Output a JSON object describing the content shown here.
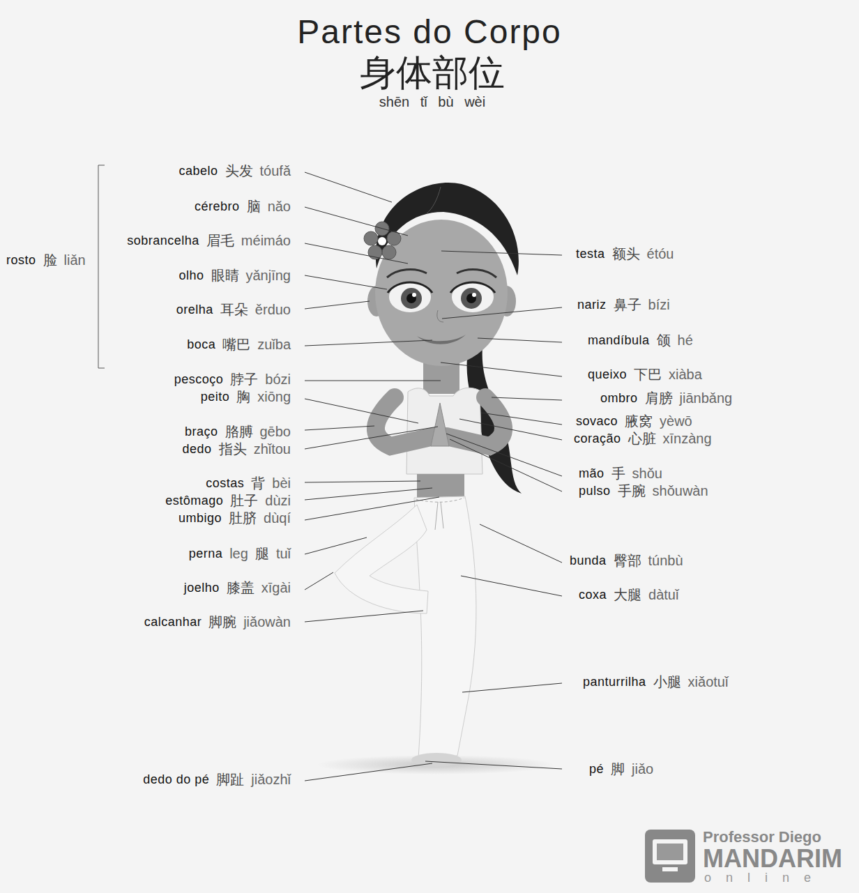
{
  "diagram": {
    "title": "Partes do Corpo",
    "labels": [
      "身体部位",
      "shēn tǐ bù wèi",
      "cabelo",
      "头发",
      "tóufǎ",
      "cérebro",
      "脑",
      "nǎo",
      "sobrancelha",
      "眉毛",
      "méimáo",
      "olho",
      "眼睛",
      "yǎnjīng",
      "orelha",
      "耳朵",
      "ěrduo",
      "boca",
      "嘴巴",
      "zuǐba",
      "rosto",
      "脸",
      "liǎn",
      "pescoço",
      "脖子",
      "bózi",
      "peito",
      "胸",
      "xiōng",
      "braço",
      "胳膊",
      "gēbo",
      "dedo",
      "指头",
      "zhǐtou",
      "costas",
      "背",
      "bèi",
      "estômago",
      "肚子",
      "dùzi",
      "umbigo",
      "肚脐",
      "dùqí",
      "perna",
      "leg",
      "腿",
      "tuǐ",
      "joelho",
      "膝盖",
      "xīgài",
      "calcanhar",
      "脚腕",
      "jiǎowàn",
      "dedo do pé",
      "脚趾",
      "jiǎozhǐ",
      "testa",
      "额头",
      "étóu",
      "nariz",
      "鼻子",
      "bízi",
      "mandíbula",
      "颌",
      "hé",
      "queixo",
      "下巴",
      "xiàba",
      "ombro",
      "肩膀",
      "jiānbǎng",
      "sovaco",
      "腋窝",
      "yèwō",
      "coração",
      "心脏",
      "xīnzàng",
      "mão",
      "手",
      "shǒu",
      "pulso",
      "手腕",
      "shǒuwàn",
      "bunda",
      "臀部",
      "túnbù",
      "coxa",
      "大腿",
      "dàtuǐ",
      "panturrilha",
      "小腿",
      "xiǎotuǐ",
      "pé",
      "脚",
      "jiǎo",
      "Professor Diego",
      "MANDARIM",
      "online"
    ]
  }
}
